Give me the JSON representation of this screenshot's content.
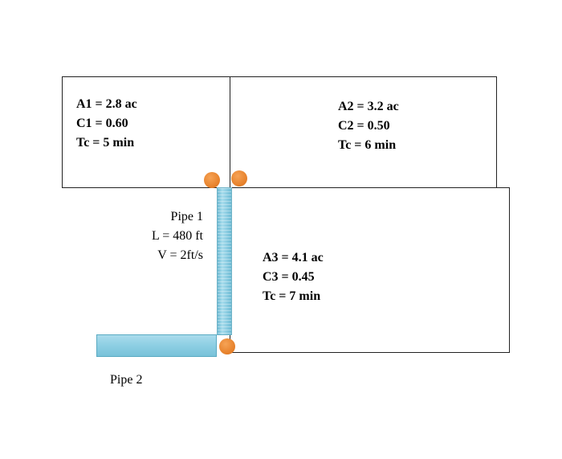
{
  "areas": [
    {
      "lines": [
        "A1 = 2.8 ac",
        "C1 = 0.60",
        "Tc = 5 min"
      ]
    },
    {
      "lines": [
        "A2 = 3.2 ac",
        "C2 = 0.50",
        "Tc = 6 min"
      ]
    },
    {
      "lines": [
        "A3 = 4.1 ac",
        "C3 = 0.45",
        "Tc = 7 min"
      ]
    }
  ],
  "pipe1": {
    "lines": [
      "Pipe 1",
      "L = 480 ft",
      "V = 2ft/s"
    ]
  },
  "pipe2": {
    "label": "Pipe 2"
  },
  "colors": {
    "pipe": "#8ccde2",
    "node": "#e8842e",
    "outline": "#222222"
  }
}
